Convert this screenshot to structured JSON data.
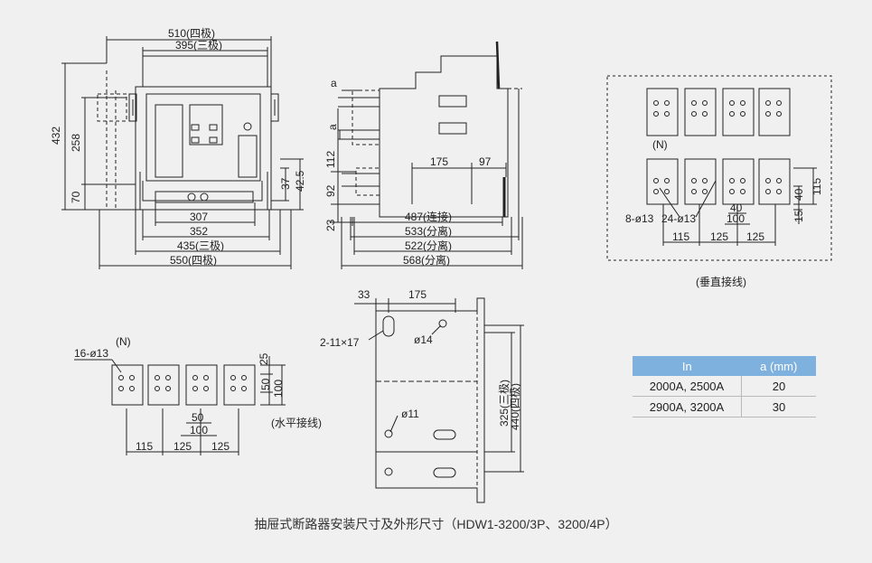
{
  "caption": "抽屉式断路器安装尺寸及外形尺寸（HDW1-3200/3P、3200/4P）",
  "front_view": {
    "d510": "510(四极)",
    "d395": "395(三极)",
    "d432": "432",
    "d258": "258",
    "d70": "70",
    "d37": "37",
    "d42": "42.5",
    "d307": "307",
    "d352": "352",
    "d435": "435(三极)",
    "d550": "550(四极)"
  },
  "side_view": {
    "a1": "a",
    "a2": "a",
    "d112": "112",
    "d92": "92",
    "d23": "23",
    "d175": "175",
    "d97": "97",
    "d487": "487(连接)",
    "d533": "533(分离)",
    "d522": "522(分离)",
    "d568": "568(分离)"
  },
  "vertical": {
    "n": "(N)",
    "h8": "8-ø13",
    "h24": "24-ø13",
    "d40a": "40",
    "d115a": "115",
    "d15": "15",
    "d40b": "40",
    "d100": "100",
    "d115": "115",
    "d125a": "125",
    "d125b": "125",
    "title": "(垂直接线)"
  },
  "horizontal": {
    "n": "(N)",
    "h16": "16-ø13",
    "d25": "25",
    "d50a": "50",
    "d100a": "100",
    "d50b": "50",
    "d100b": "100",
    "d115": "115",
    "d125a": "125",
    "d125b": "125",
    "title": "(水平接线)"
  },
  "mount": {
    "d33": "33",
    "d175": "175",
    "slot": "2-11×17",
    "h14": "ø14",
    "h11": "ø11",
    "d325": "325(三极)",
    "d440": "440(四极)"
  },
  "table": {
    "headers": [
      "In",
      "a (mm)"
    ],
    "rows": [
      [
        "2000A, 2500A",
        "20"
      ],
      [
        "2900A, 3200A",
        "30"
      ]
    ]
  }
}
